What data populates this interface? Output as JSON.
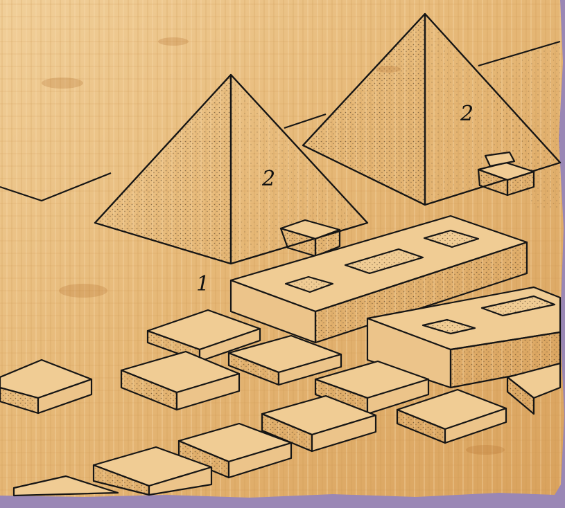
{
  "labels": {
    "label_1": "1",
    "label_2_left": "2",
    "label_2_right": "2"
  },
  "colors": {
    "papyrus_light": "#f3d2a0",
    "papyrus_mid": "#e3b26b",
    "papyrus_dark": "#c98d43",
    "ink": "#151515",
    "border": "#9a87b5"
  }
}
